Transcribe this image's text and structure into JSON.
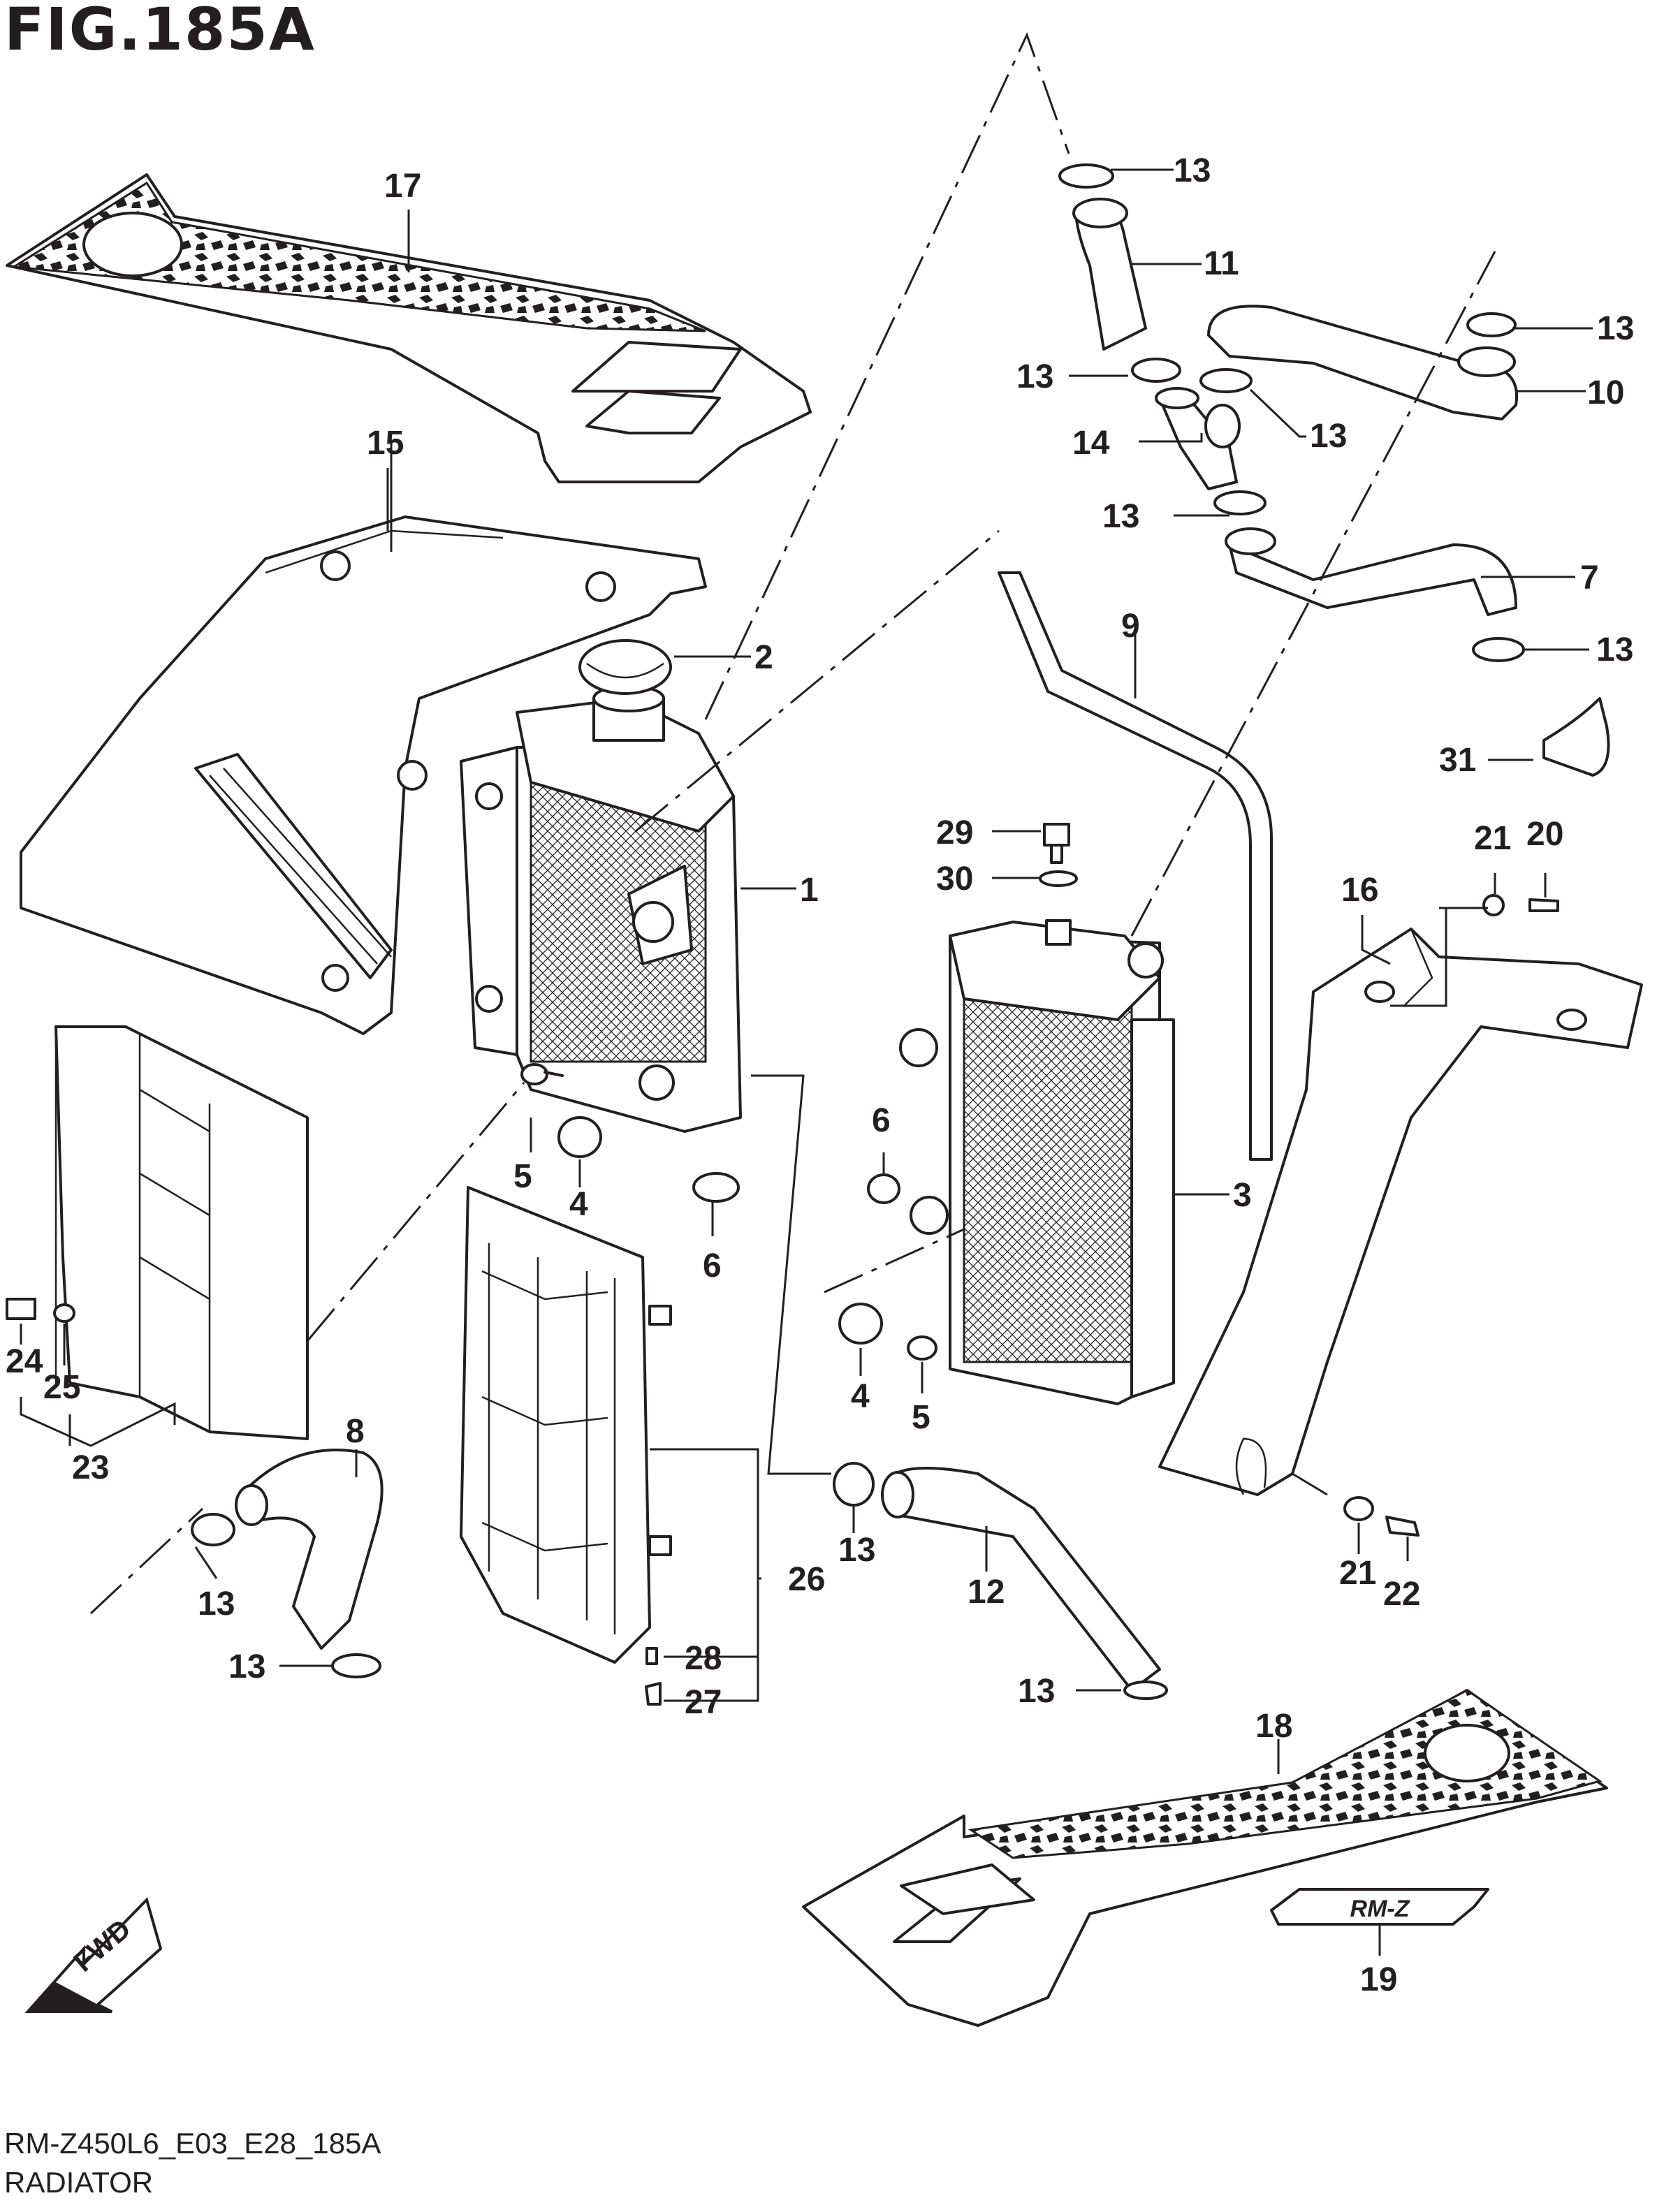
{
  "header": {
    "figure": "FIG.185A"
  },
  "footer": {
    "model_code": "RM-Z450L6_E03_E28_185A",
    "section": "RADIATOR"
  },
  "fwd_marker": {
    "label": "FWD"
  },
  "emblem": {
    "label": "RM-Z"
  },
  "callouts": {
    "c1": "1",
    "c2": "2",
    "c3": "3",
    "c4a": "4",
    "c4b": "4",
    "c5a": "5",
    "c5b": "5",
    "c6a": "6",
    "c6b": "6",
    "c7": "7",
    "c8": "8",
    "c9": "9",
    "c10": "10",
    "c11": "11",
    "c12": "12",
    "c13a": "13",
    "c13b": "13",
    "c13c": "13",
    "c13d": "13",
    "c13e": "13",
    "c13f": "13",
    "c13g": "13",
    "c13h": "13",
    "c13i": "13",
    "c13j": "13",
    "c14": "14",
    "c15": "15",
    "c16": "16",
    "c17": "17",
    "c18": "18",
    "c19": "19",
    "c20": "20",
    "c21a": "21",
    "c21b": "21",
    "c22": "22",
    "c23": "23",
    "c24": "24",
    "c25": "25",
    "c26": "26",
    "c27": "27",
    "c28": "28",
    "c29": "29",
    "c30": "30",
    "c31": "31"
  }
}
